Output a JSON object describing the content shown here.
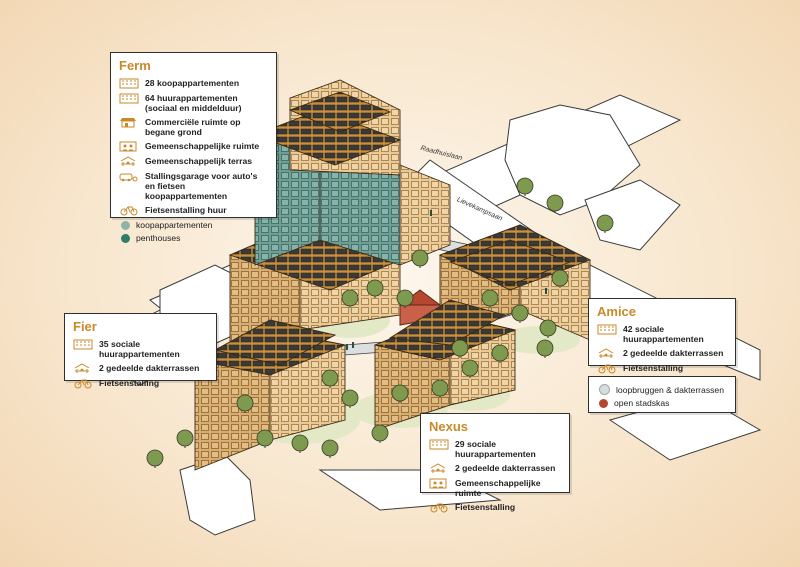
{
  "ferm": {
    "title": "Ferm",
    "items": [
      {
        "icon": "building-icon",
        "text": "28 koopappartementen"
      },
      {
        "icon": "building-icon",
        "text": "64 huurappartementen (sociaal en middelduur)"
      },
      {
        "icon": "shop-icon",
        "text": "Commerciële ruimte op begane grond"
      },
      {
        "icon": "community-room-icon",
        "text": "Gemeenschappelijke ruimte"
      },
      {
        "icon": "terrace-icon",
        "text": "Gemeenschappelijk terras"
      },
      {
        "icon": "parking-icon",
        "text": "Stallingsgarage voor auto's en fietsen koopappartementen"
      },
      {
        "icon": "bicycle-icon",
        "text": "Fietsenstalling huur"
      }
    ],
    "legend": [
      {
        "text": "koopappartementen",
        "color": "#8fb3a8"
      },
      {
        "text": "penthouses",
        "color": "#2e7d6b"
      }
    ]
  },
  "fier": {
    "title": "Fier",
    "items": [
      {
        "icon": "building-icon",
        "text": "35 sociale huurappartementen"
      },
      {
        "icon": "terrace-icon",
        "text": "2 gedeelde dakterrassen"
      },
      {
        "icon": "bicycle-icon",
        "text": "Fietsenstalling"
      }
    ]
  },
  "amice": {
    "title": "Amice",
    "items": [
      {
        "icon": "building-icon",
        "text": "42 sociale huurappartementen"
      },
      {
        "icon": "terrace-icon",
        "text": "2 gedeelde dakterrassen"
      },
      {
        "icon": "bicycle-icon",
        "text": "Fietsenstalling"
      }
    ]
  },
  "nexus": {
    "title": "Nexus",
    "items": [
      {
        "icon": "building-icon",
        "text": "29 sociale huurappartementen"
      },
      {
        "icon": "terrace-icon",
        "text": "2 gedeelde dakterrassen"
      },
      {
        "icon": "community-room-icon",
        "text": "Gemeenschappelijke ruimte"
      },
      {
        "icon": "bicycle-icon",
        "text": "Fietsenstalling"
      }
    ]
  },
  "legend": [
    {
      "text": "loopbruggen & dakterrassen",
      "color": "#d9dcdc"
    },
    {
      "text": "open stadskas",
      "color": "#b5472f"
    }
  ],
  "streets": {
    "north": "Raadhuislaan",
    "east": "Lievekampsaan"
  },
  "colors": {
    "accent": "#c98a2a",
    "facade": "#e8c48e",
    "roof": "#cf9a3f",
    "glass": "#6a9c93",
    "tree": "#7d9a4f",
    "greenery": "#dfe6c2"
  }
}
